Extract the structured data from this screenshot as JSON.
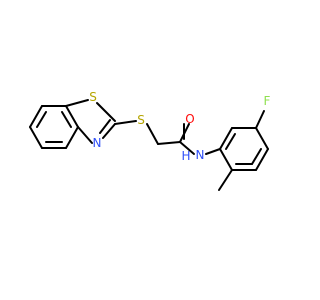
{
  "molecule": {
    "atoms": [
      {
        "id": "S_ring",
        "label": "S",
        "color": "#b5a500"
      },
      {
        "id": "N_ring",
        "label": "N",
        "color": "#3050f8"
      },
      {
        "id": "S_thio",
        "label": "S",
        "color": "#b5a500"
      },
      {
        "id": "O",
        "label": "O",
        "color": "#ff0d0d"
      },
      {
        "id": "NH",
        "label": "N",
        "color": "#3050f8"
      },
      {
        "id": "H",
        "label": "H",
        "color": "#3050f8"
      },
      {
        "id": "F",
        "label": "F",
        "color": "#90e050"
      }
    ]
  }
}
